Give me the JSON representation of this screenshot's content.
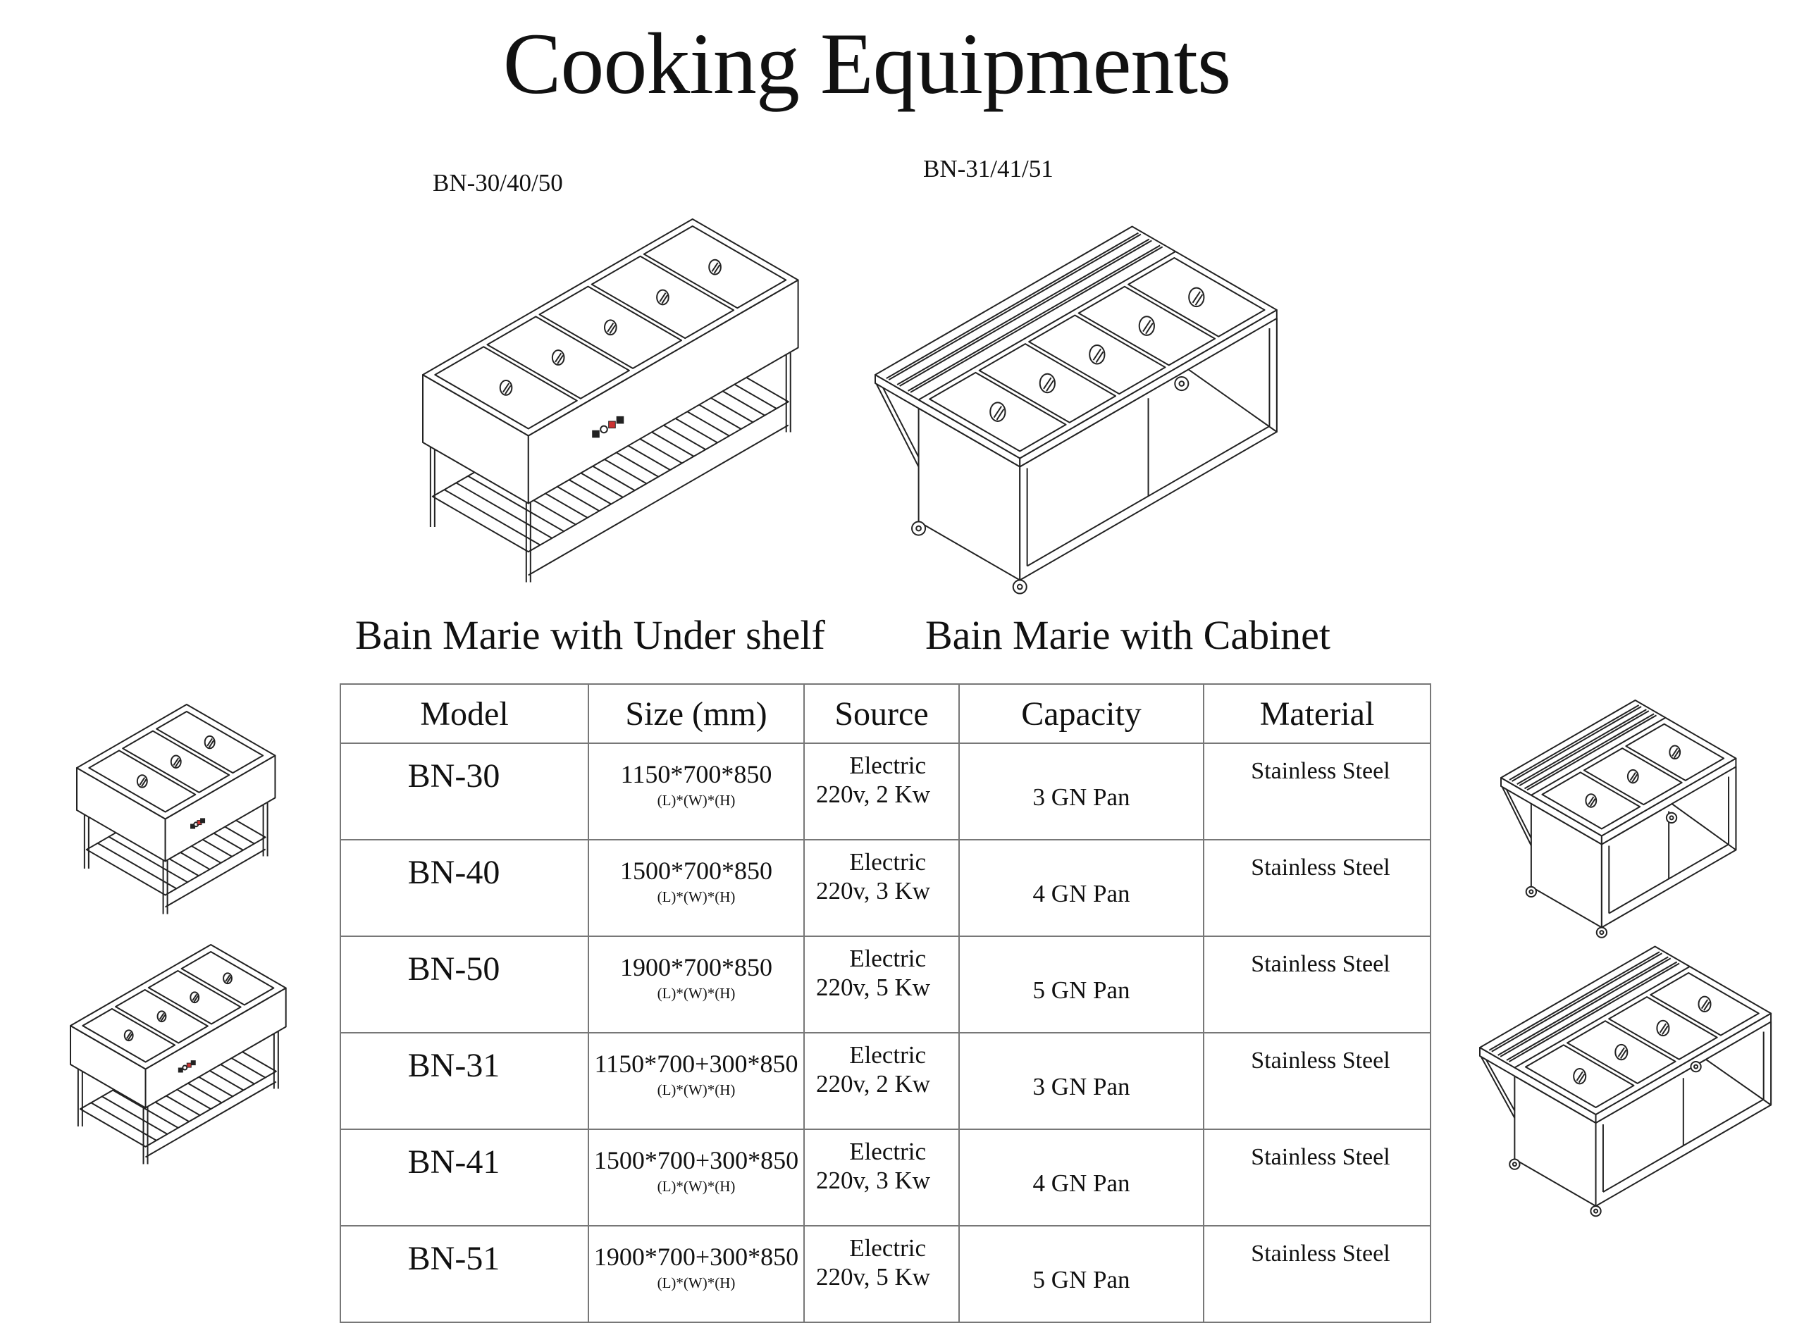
{
  "title": "Cooking Equipments",
  "products": [
    {
      "model_label": "BN-30/40/50",
      "caption": "Bain Marie with Under shelf"
    },
    {
      "model_label": "BN-31/41/51",
      "caption": "Bain Marie with Cabinet"
    }
  ],
  "table": {
    "headers": [
      "Model",
      "Size (mm)",
      "Source",
      "Capacity",
      "Material"
    ],
    "size_sub": "(L)*(W)*(H)",
    "rows": [
      {
        "model": "BN-30",
        "size": "1150*700*850",
        "source_1": "Electric",
        "source_2": "220v, 2 Kw",
        "capacity": "3 GN Pan",
        "material": "Stainless Steel"
      },
      {
        "model": "BN-40",
        "size": "1500*700*850",
        "source_1": "Electric",
        "source_2": "220v, 3 Kw",
        "capacity": "4 GN Pan",
        "material": "Stainless Steel"
      },
      {
        "model": "BN-50",
        "size": "1900*700*850",
        "source_1": "Electric",
        "source_2": "220v, 5 Kw",
        "capacity": "5 GN Pan",
        "material": "Stainless Steel"
      },
      {
        "model": "BN-31",
        "size": "1150*700+300*850",
        "source_1": "Electric",
        "source_2": "220v, 2 Kw",
        "capacity": "3 GN Pan",
        "material": "Stainless Steel"
      },
      {
        "model": "BN-41",
        "size": "1500*700+300*850",
        "source_1": "Electric",
        "source_2": "220v, 3 Kw",
        "capacity": "4 GN Pan",
        "material": "Stainless Steel"
      },
      {
        "model": "BN-51",
        "size": "1900*700+300*850",
        "source_1": "Electric",
        "source_2": "220v, 5 Kw",
        "capacity": "5 GN Pan",
        "material": "Stainless Steel"
      }
    ]
  },
  "illustrations": {
    "main_shelf_pans": 5,
    "main_cabinet_pans": 5,
    "thumb_shelf_pans": [
      3,
      4
    ],
    "thumb_cabinet_pans": [
      3,
      4
    ]
  }
}
